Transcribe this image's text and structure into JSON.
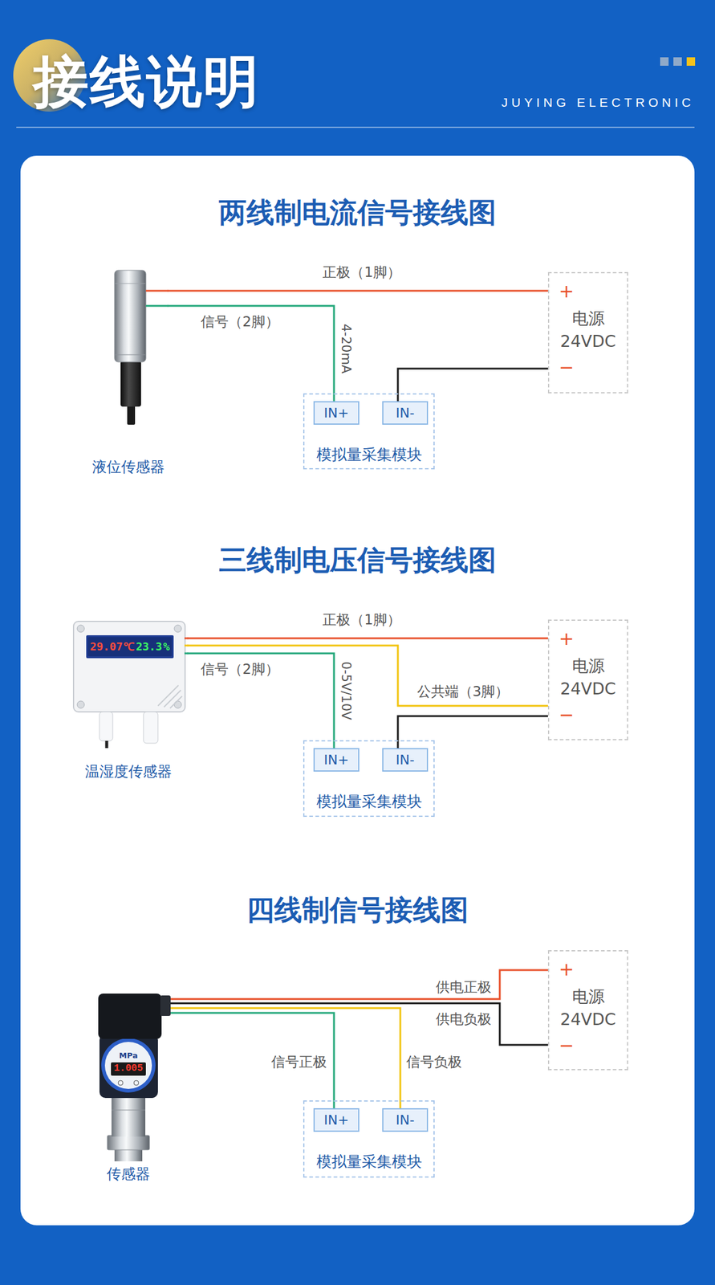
{
  "diagram": {
    "title": "接线说明",
    "nodes": [
      {
        "text": [
          "液位传感器"
        ]
      },
      {
        "text": [
          "+",
          "电源 24VDC",
          "−"
        ]
      },
      {
        "text": [
          "模拟量采集模块"
        ]
      },
      {
        "text": [
          "IN+"
        ],
        "in": 2
      },
      {
        "text": [
          "IN-"
        ],
        "in": 2
      },
      {
        "text": [
          "温湿度传感器"
        ]
      },
      {
        "text": [
          "+",
          "电源 24VDC",
          "−"
        ]
      },
      {
        "text": [
          "模拟量采集模块"
        ]
      },
      {
        "text": [
          "IN+"
        ],
        "in": 7
      },
      {
        "text": [
          "IN-"
        ],
        "in": 7
      },
      {
        "text": [
          "传感器"
        ]
      },
      {
        "text": [
          "+",
          "电源 24VDC",
          "−"
        ]
      },
      {
        "text": [
          "模拟量采集模块"
        ]
      },
      {
        "text": [
          "IN+"
        ],
        "in": 12
      },
      {
        "text": [
          "IN-"
        ],
        "in": 12
      }
    ],
    "edges": [
      {
        "from": 0,
        "to": 1,
        "label": "正极（1脚）",
        "arrow": "none"
      },
      {
        "from": 0,
        "to": 3,
        "label": "信号（2脚）",
        "arrow": "none"
      },
      {
        "from": 1,
        "to": 4,
        "arrow": "none"
      },
      {
        "from": 5,
        "to": 6,
        "label": "正极（1脚）",
        "arrow": "none"
      },
      {
        "from": 5,
        "to": 8,
        "label": "信号（2脚）",
        "arrow": "none"
      },
      {
        "from": 5,
        "to": 6,
        "label": "公共端（3脚）",
        "arrow": "none"
      },
      {
        "from": 6,
        "to": 9,
        "arrow": "none"
      },
      {
        "from": 10,
        "to": 11,
        "label": "供电正极",
        "arrow": "none"
      },
      {
        "from": 10,
        "to": 11,
        "label": "供电负极",
        "arrow": "none"
      },
      {
        "from": 10,
        "to": 13,
        "label": "信号正极",
        "arrow": "none"
      },
      {
        "from": 10,
        "to": 14,
        "label": "信号负极",
        "arrow": "none"
      }
    ],
    "labels": [
      "JUYING ELECTRONIC",
      "两线制电流信号接线图",
      "4-20mA",
      "三线制电压信号接线图",
      "29.07",
      "℃",
      "23.3",
      "%",
      "0-5V/10V",
      "四线制信号接线图",
      "MPa",
      "1.005"
    ]
  }
}
